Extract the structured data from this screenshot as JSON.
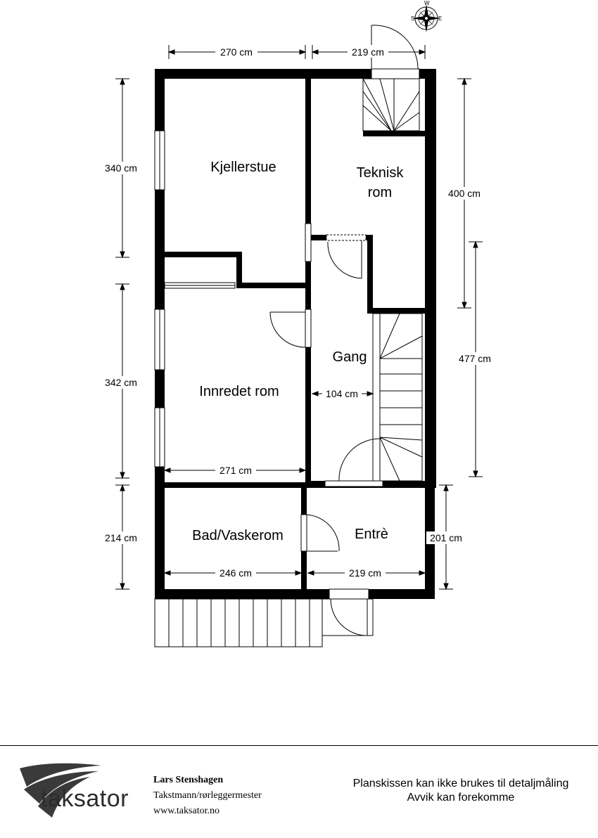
{
  "compass": {
    "letters": [
      "W",
      "S",
      "E"
    ]
  },
  "rooms": {
    "kjellerstue": "Kjellerstue",
    "teknisk_line1": "Teknisk",
    "teknisk_line2": "rom",
    "gang": "Gang",
    "innredet": "Innredet rom",
    "bad": "Bad/Vaskerom",
    "entre": "Entrè"
  },
  "dimensions": {
    "top_left": "270 cm",
    "top_right": "219 cm",
    "left_upper": "340 cm",
    "left_middle": "342 cm",
    "left_lower": "214 cm",
    "right_upper": "400 cm",
    "right_middle": "477 cm",
    "right_lower": "201 cm",
    "gang_width": "104 cm",
    "innredet_width": "271 cm",
    "bad_width": "246 cm",
    "entre_width": "219 cm"
  },
  "footer": {
    "logo_text": "taksator",
    "author_name": "Lars Stenshagen",
    "author_title": "Takstmann/rørleggermester",
    "author_web": "www.taksator.no",
    "disclaimer_line1": "Planskissen kan ikke brukes til detaljmåling",
    "disclaimer_line2": "Avvik kan forekomme"
  }
}
